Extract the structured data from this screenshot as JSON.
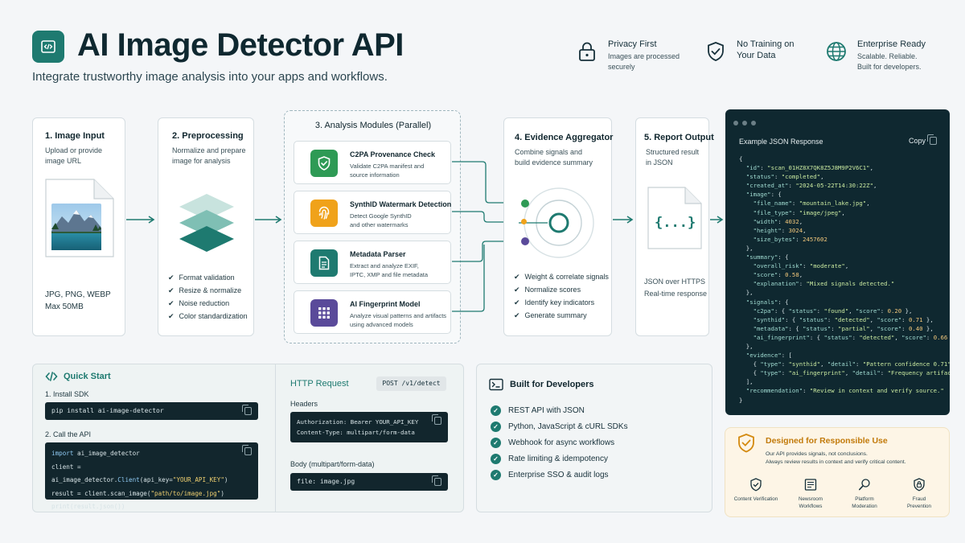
{
  "header": {
    "title": "AI Image Detector API",
    "subtitle": "Integrate trustworthy image analysis into your apps and workflows.",
    "logo_icon": "code-icon",
    "features": [
      {
        "title": "Privacy First",
        "desc": [
          "Images are processed",
          "securely"
        ],
        "icon": "lock-icon"
      },
      {
        "title": "No Training on",
        "title2": "Your Data",
        "desc": [],
        "icon": "shield-check-icon"
      },
      {
        "title": "Enterprise Ready",
        "desc": [
          "Scalable. Reliable.",
          "Built for developers."
        ],
        "icon": "globe-icon"
      }
    ]
  },
  "pipeline": {
    "input": {
      "title": "1. Image Input",
      "desc": [
        "Upload or provide",
        "image URL"
      ],
      "formats": "JPG, PNG, WEBP",
      "max": "Max 50MB"
    },
    "preprocessing": {
      "title": "2. Preprocessing",
      "desc": [
        "Normalize and prepare",
        "image for analysis"
      ],
      "steps": [
        "Format validation",
        "Resize & normalize",
        "Noise reduction",
        "Color standardization"
      ]
    },
    "modules": {
      "title": "3. Analysis Modules (Parallel)",
      "items": [
        {
          "title": "C2PA Provenance Check",
          "desc": [
            "Validate C2PA manifest and",
            "source information"
          ],
          "color": "#2e9a55",
          "icon": "shield-icon"
        },
        {
          "title": "SynthID Watermark Detection",
          "desc": [
            "Detect Google SynthID",
            "and other watermarks"
          ],
          "color": "#f0a21a",
          "icon": "fingerprint-icon"
        },
        {
          "title": "Metadata Parser",
          "desc": [
            "Extract and analyze EXIF,",
            "IPTC, XMP and file metadata"
          ],
          "color": "#1e7a70",
          "icon": "document-icon"
        },
        {
          "title": "AI Fingerprint Model",
          "desc": [
            "Analyze visual patterns and artifacts",
            "using advanced models"
          ],
          "color": "#5a4a9a",
          "icon": "grid-icon"
        }
      ]
    },
    "aggregator": {
      "title": "4. Evidence Aggregator",
      "desc": [
        "Combine signals and",
        "build evidence summary"
      ],
      "steps": [
        "Weight & correlate signals",
        "Normalize scores",
        "Identify key indicators",
        "Generate summary"
      ]
    },
    "report": {
      "title": "5. Report Output",
      "desc": [
        "Structured result",
        "in JSON"
      ],
      "doc_glyph": "{...}",
      "notes": [
        "JSON over HTTPS",
        "Real-time response"
      ]
    }
  },
  "json_panel": {
    "title": "Example JSON Response",
    "copy_label": "Copy"
  },
  "quick_start": {
    "title": "Quick Start",
    "step1": "1. Install SDK",
    "install_cmd": "pip install ai-image-detector",
    "step2": "2. Call the API",
    "code": {
      "l1a": "import",
      "l1b": " ai_image_detector",
      "l2a": "client = ai_image_detector.",
      "l2b": "Client",
      "l2c": "(api_key=",
      "l2d": "\"YOUR_API_KEY\"",
      "l2e": ")",
      "l3a": "result = client.scan_image(",
      "l3b": "\"path/to/image.jpg\"",
      "l3c": ")",
      "l4": "print(result.json())"
    }
  },
  "http_request": {
    "title": "HTTP Request",
    "method": "POST /v1/detect",
    "headers_label": "Headers",
    "auth_header": "Authorization: Bearer YOUR_API_KEY",
    "content_type": "Content-Type: multipart/form-data",
    "body_label": "Body (multipart/form-data)",
    "body_value": "file: image.jpg"
  },
  "developers": {
    "title": "Built for Developers",
    "items": [
      "REST API with JSON",
      "Python, JavaScript & cURL SDKs",
      "Webhook for async workflows",
      "Rate limiting & idempotency",
      "Enterprise SSO & audit logs"
    ]
  },
  "responsible": {
    "title": "Designed for Responsible Use",
    "desc": [
      "Our API provides signals, not conclusions.",
      "Always review results in context and verify critical content."
    ],
    "items": [
      {
        "label": [
          "Content Verification"
        ],
        "icon": "shield-check-icon"
      },
      {
        "label": [
          "Newsroom",
          "Workflows"
        ],
        "icon": "newspaper-icon"
      },
      {
        "label": [
          "Platform",
          "Moderation"
        ],
        "icon": "search-icon"
      },
      {
        "label": [
          "Fraud",
          "Prevention"
        ],
        "icon": "shield-lock-icon"
      }
    ]
  },
  "colors": {
    "teal": "#1e7a70",
    "green": "#2e9a55",
    "amber": "#f0a21a",
    "purple": "#5a4a9a",
    "dark": "#0f2830"
  }
}
